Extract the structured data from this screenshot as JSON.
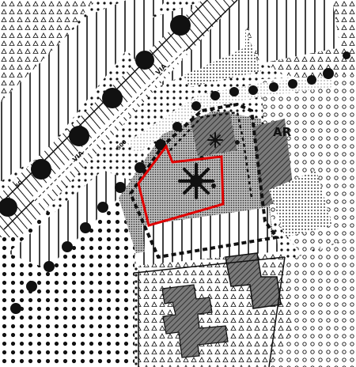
{
  "map": {
    "style": "black-and-white hatched planning map",
    "labels": {
      "zone_code": "AR",
      "road_label_upper": "VIA",
      "road_label_lower": "VIA",
      "road_number_1": "50",
      "road_number_2": "500"
    },
    "legend_symbols": {
      "boundary": "red-outline",
      "existing_building": "hatched-block",
      "special_marker": "star-asterisk-icon",
      "tree_row": "black-dot-row",
      "protection_limit": "dashed-line"
    },
    "colors": {
      "ink": "#111111",
      "paper": "#ffffff",
      "highlight_boundary": "#e00000",
      "building_fill": "#6a6a6a"
    }
  }
}
